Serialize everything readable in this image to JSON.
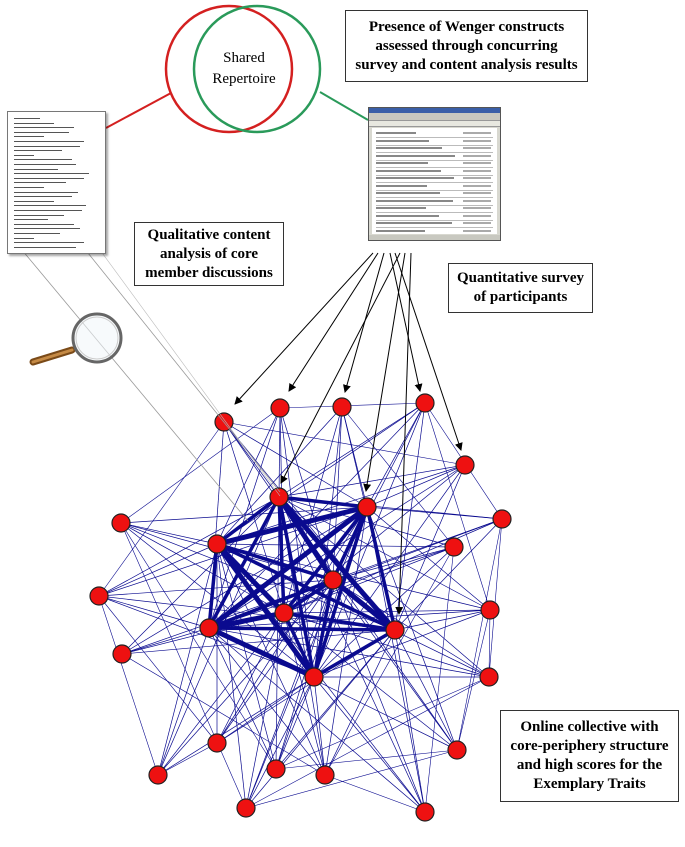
{
  "venn": {
    "label_line1": "Shared",
    "label_line2": "Repertoire",
    "circle_left_color": "#d42020",
    "circle_right_color": "#2a9a5a"
  },
  "boxes": {
    "wenger": {
      "line1": "Presence of Wenger constructs",
      "line2": "assessed through concurring",
      "line3": "survey and content analysis results"
    },
    "qualitative": {
      "line1": "Qualitative content",
      "line2": "analysis of core",
      "line3": "member discussions"
    },
    "quantitative": {
      "line1": "Quantitative survey",
      "line2": "of participants"
    },
    "online": {
      "line1": "Online collective with",
      "line2": "core-periphery structure",
      "line3": "and high scores for the",
      "line4": "Exemplary Traits"
    }
  },
  "icons": {
    "document": "document-icon",
    "magnifier": "magnifying-glass-icon",
    "browser": "browser-window-icon"
  },
  "network": {
    "node_color": "#ee1111",
    "edge_color": "#0a0a8f"
  }
}
